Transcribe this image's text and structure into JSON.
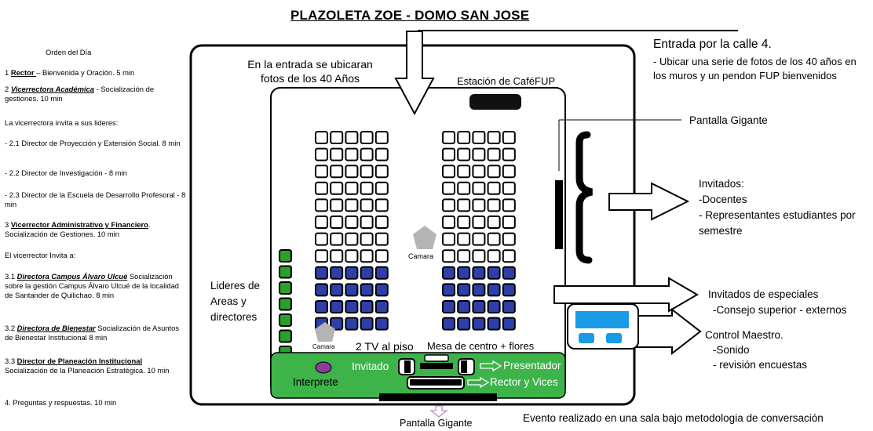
{
  "title": "PLAZOLETA ZOE - DOMO SAN JOSE",
  "agenda": {
    "heading": "Orden del Día",
    "items": [
      {
        "pre": "1 ",
        "bold": "Rector ",
        "rest": "– Bienvenida y Oración. 5 min",
        "style": "bu"
      },
      {
        "pre": " 2 ",
        "bold": "Vicerrectora Académica",
        "rest": " - Socialización de gestiones. 10 min",
        "style": "bui"
      },
      {
        "pre": " La vicerrectora invita a sus lideres:",
        "bold": "",
        "rest": "",
        "style": ""
      },
      {
        "pre": "- 2.1 Director de Proyección y Extensión Social. 8 min",
        "bold": "",
        "rest": "",
        "style": ""
      },
      {
        "pre": "- 2.2 Director de Investigación - 8 min",
        "bold": "",
        "rest": "",
        "style": ""
      },
      {
        "pre": "- 2.3 Director de la Escuela de Desarrollo Profesoral - 8 min",
        "bold": "",
        "rest": "",
        "style": ""
      },
      {
        "pre": "3 ",
        "bold": "Vicerrector Administrativo y Financiero",
        "rest": ". Socialización de Gestiones. 10 min",
        "style": "bu"
      },
      {
        "pre": "El vicerrector Invita a:",
        "bold": "",
        "rest": "",
        "style": ""
      },
      {
        "pre": "3.1 ",
        "bold": "Directora Campus Álvaro Ulcué",
        "rest": " Socialización sobre la gestión Campus Álvaro Ulcué de la localidad de Santander de Quilichao. 8 min",
        "style": "bui"
      },
      {
        "pre": "3.2 ",
        "bold": "Directora de Bienestar",
        "rest": " Socialización de Asuntos de Bienestar Institucional 8 min",
        "style": "bui"
      },
      {
        "pre": "3.3 ",
        "bold": "Director de Planeación Institucional",
        "rest": " Socialización de la Planeación Estratégica. 10 min",
        "style": "bu"
      },
      {
        "pre": "4. Preguntas y respuestas. 10 min",
        "bold": "",
        "rest": "",
        "style": ""
      }
    ]
  },
  "labels": {
    "entrada_fotos": "En la entrada se ubicaran fotos de los 40 Años",
    "estacion_cafe": "Estación de CaféFUP",
    "camara1": "Camara",
    "camara2": "Camara",
    "lideres": "Lideres de Areas y directores",
    "tv_piso": "2 TV al piso",
    "mesa_centro": "Mesa de centro + flores",
    "invitado": "Invitado",
    "interprete": "Interprete",
    "presentador": "Presentador",
    "rector_vices": "Rector y Vices",
    "pantalla_gigante_bottom": "Pantalla Gigante"
  },
  "notes": {
    "entrada_calle": "Entrada por la calle 4.",
    "entrada_detalle": "- Ubicar una serie de fotos de los 40 años en los muros y un pendon FUP bienvenidos",
    "pantalla_gigante": "Pantalla Gigante",
    "invitados_title": "Invitados:",
    "invitados_docentes": "-Docentes",
    "invitados_representantes": "- Representantes estudiantes por semestre",
    "especiales_title": "Invitados de especiales",
    "especiales_detalle": "-Consejo superior - externos",
    "control_title": "Control Maestro.",
    "control_sonido": "-Sonido",
    "control_encuestas": "- revisión encuestas",
    "evento": "Evento realizado en una sala bajo metodologia de conversación"
  },
  "colors": {
    "stage_green": "#3db34a",
    "seat_blue": "#2f3fa8",
    "leader_green": "#2aa02a",
    "control_blue": "#1a9be6",
    "interprete_purple": "#8a3c9c",
    "camera_gray": "#b4b4b4",
    "bottom_arrow": "#c48ad0"
  }
}
